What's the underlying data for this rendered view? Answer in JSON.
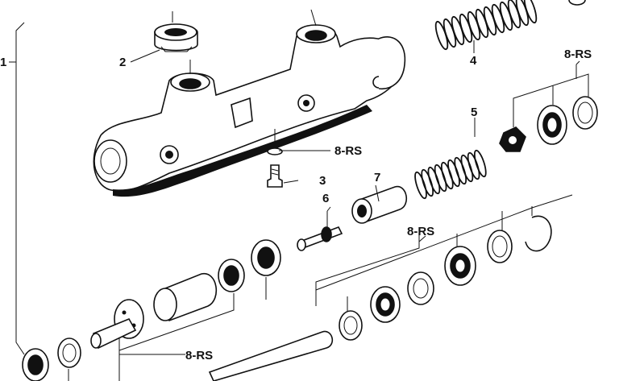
{
  "callouts": {
    "c1": "1",
    "c2": "2",
    "c3": "3",
    "c4": "4",
    "c5": "5",
    "c6": "6",
    "c7": "7",
    "c8_upper": "8-RS",
    "c8_middle": "8-RS",
    "c8_right": "8-RS",
    "c8_bottom": "8-RS"
  },
  "colors": {
    "ink": "#111111",
    "paper": "#ffffff",
    "shade": "#6f6f6f"
  }
}
